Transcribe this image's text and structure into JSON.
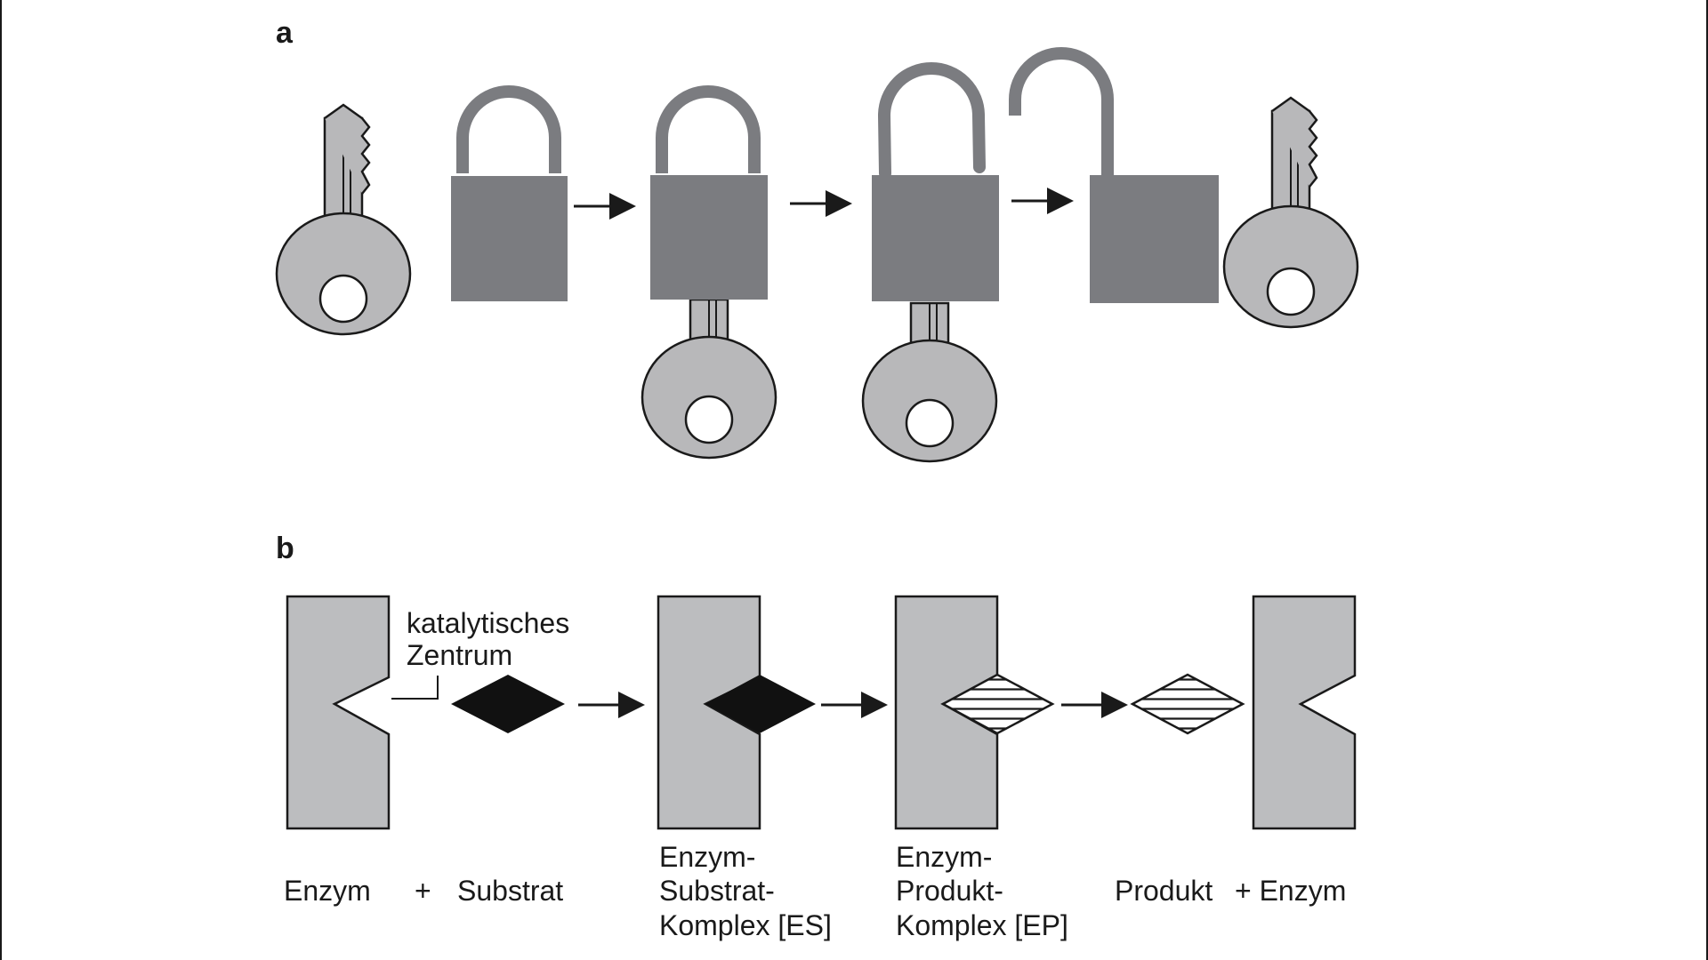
{
  "panel_a": {
    "label": "a"
  },
  "panel_b": {
    "label": "b",
    "callout": [
      "katalytisches",
      "Zentrum"
    ],
    "labels": {
      "enzym": "Enzym",
      "plus1": "+",
      "substrat": "Substrat",
      "es": [
        "Enzym-",
        "Substrat-",
        "Komplex [ES]"
      ],
      "ep": [
        "Enzym-",
        "Produkt-",
        "Komplex [EP]"
      ],
      "produkt": "Produkt",
      "plus_enzym": "+ Enzym"
    }
  },
  "colors": {
    "lock_body": "#7b7c80",
    "key_fill": "#b8b8ba",
    "enzyme_fill": "#bcbdbf",
    "outline": "#1a1a1a",
    "substrate": "#111111"
  }
}
